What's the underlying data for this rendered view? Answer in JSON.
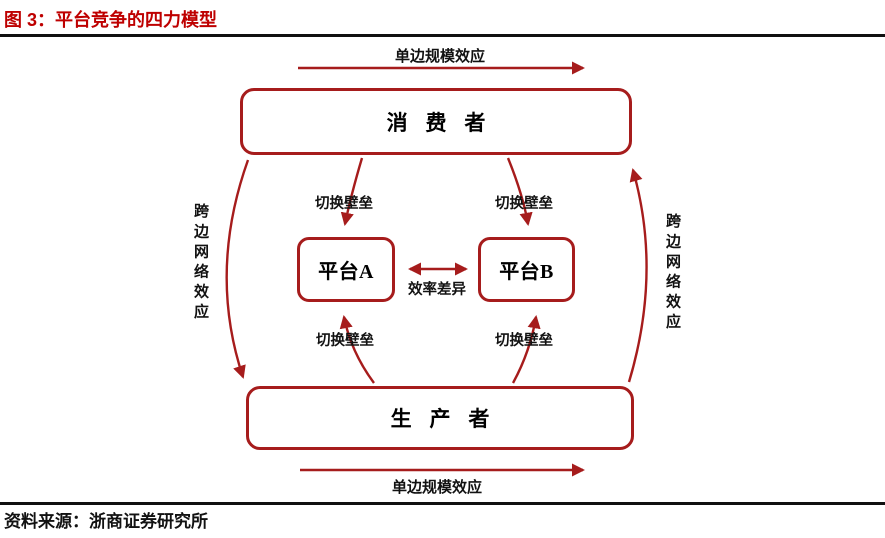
{
  "header": {
    "title": "图 3：平台竞争的四力模型"
  },
  "diagram": {
    "top_scale_effect": "单边规模效应",
    "bottom_scale_effect": "单边规模效应",
    "consumer_box": "消 费 者",
    "producer_box": "生 产 者",
    "platform_a": "平台A",
    "platform_b": "平台B",
    "efficiency_gap": "效率差异",
    "switch_barrier_top_left": "切换壁垒",
    "switch_barrier_top_right": "切换壁垒",
    "switch_barrier_bottom_left": "切换壁垒",
    "switch_barrier_bottom_right": "切换壁垒",
    "cross_network_left": "跨边网络效应",
    "cross_network_right": "跨边网络效应"
  },
  "footer": {
    "source": "资料来源：浙商证券研究所"
  },
  "colors": {
    "accent-red": "#A61C1C",
    "title-red": "#BE0000",
    "rule-black": "#101010",
    "text-black": "#121212",
    "bg-white": "#FFFFFF"
  }
}
